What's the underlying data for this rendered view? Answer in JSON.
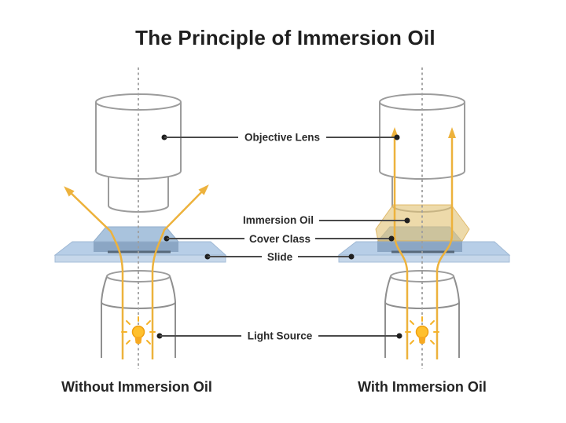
{
  "title": "The Principle of Immersion Oil",
  "labels": {
    "objective_lens": "Objective Lens",
    "immersion_oil": "Immersion Oil",
    "cover_glass": "Cover Class",
    "slide": "Slide",
    "light_source": "Light Source"
  },
  "captions": {
    "left": "Without Immersion Oil",
    "right": "With Immersion Oil"
  },
  "colors": {
    "ray_yellow": "#edb23c",
    "bulb_yellow": "#ffc02e",
    "slide_blue": "#b7cee7",
    "cover_glass_blue": "#a9c3dd",
    "specimen_blue": "#8ba6c4",
    "immersion_oil_tan": "#e2c476",
    "lens_gray": "#9c9c9c",
    "leader_gray": "#4a4a4a",
    "text_dark": "#2b2b2b"
  }
}
